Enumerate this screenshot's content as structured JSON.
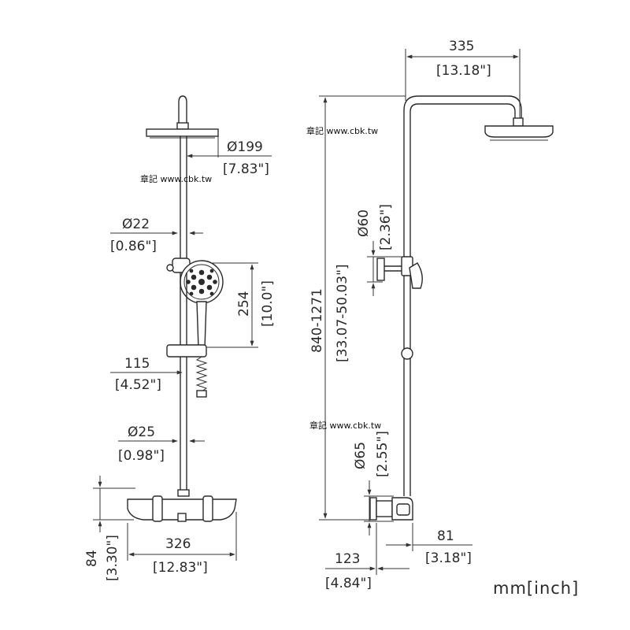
{
  "watermark": "章記 www.cbk.tw",
  "units": "mm[inch]",
  "front_view": {
    "head_diameter": {
      "mm": "Ø199",
      "inch": "[7.83\"]"
    },
    "pipe_upper": {
      "mm": "Ø22",
      "inch": "[0.86\"]"
    },
    "hand_shower_length": {
      "mm": "254",
      "inch": "[10.0\"]"
    },
    "holder_offset": {
      "mm": "115",
      "inch": "[4.52\"]"
    },
    "pipe_lower": {
      "mm": "Ø25",
      "inch": "[0.98\"]"
    },
    "shelf_width": {
      "mm": "326",
      "inch": "[12.83\"]"
    },
    "mixer_height": {
      "mm": "84",
      "inch": "[3.30\"]"
    }
  },
  "side_view": {
    "arm_reach": {
      "mm": "335",
      "inch": "[13.18\"]"
    },
    "total_height": {
      "mm": "840-1271",
      "inch": "[33.07-50.03\"]"
    },
    "upper_bracket": {
      "mm": "Ø60",
      "inch": "[2.36\"]"
    },
    "lower_bracket": {
      "mm": "Ø65",
      "inch": "[2.55\"]"
    },
    "mixer_depth": {
      "mm": "81",
      "inch": "[3.18\"]"
    },
    "wall_offset": {
      "mm": "123",
      "inch": "[4.84\"]"
    }
  }
}
